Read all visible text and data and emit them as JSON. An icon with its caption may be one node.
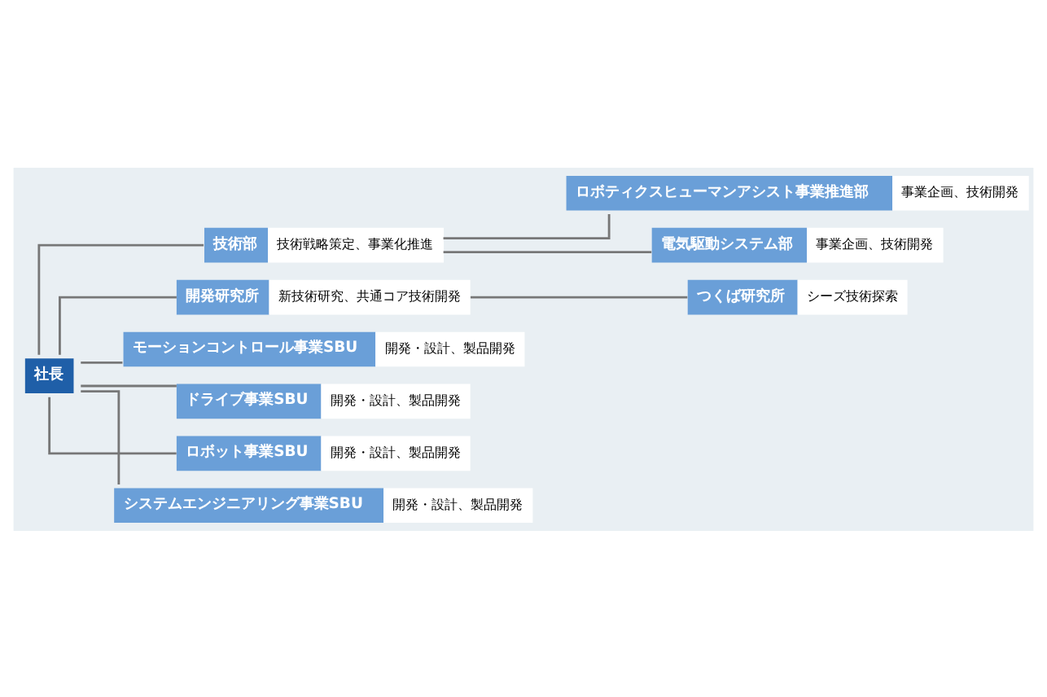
{
  "diagram": {
    "nodes": [
      {
        "text": [
          "社長"
        ]
      },
      {
        "text": [
          "技術部",
          "技術戦略策定、事業化推進"
        ]
      },
      {
        "text": [
          "ロボティクスヒューマンアシスト事業推進部",
          "事業企画、技術開発"
        ]
      },
      {
        "text": [
          "電気駆動システム部",
          "事業企画、技術開発"
        ]
      },
      {
        "text": [
          "開発研究所",
          "新技術研究、共通コア技術開発"
        ]
      },
      {
        "text": [
          "つくば研究所",
          "シーズ技術探索"
        ]
      },
      {
        "text": [
          "モーションコントロール事業SBU",
          "開発・設計、製品開発"
        ]
      },
      {
        "text": [
          "ドライブ事業SBU",
          "開発・設計、製品開発"
        ]
      },
      {
        "text": [
          "ロボット事業SBU",
          "開発・設計、製品開発"
        ]
      },
      {
        "text": [
          "システムエンジニアリング事業SBU",
          "開発・設計、製品開発"
        ]
      }
    ],
    "edges": [
      {
        "from": 0,
        "to": 1,
        "arrow": "none"
      },
      {
        "from": 1,
        "to": 2,
        "arrow": "none"
      },
      {
        "from": 1,
        "to": 3,
        "arrow": "none"
      },
      {
        "from": 0,
        "to": 4,
        "arrow": "none"
      },
      {
        "from": 4,
        "to": 5,
        "arrow": "none"
      },
      {
        "from": 0,
        "to": 6,
        "arrow": "none"
      },
      {
        "from": 0,
        "to": 7,
        "arrow": "none"
      },
      {
        "from": 0,
        "to": 8,
        "arrow": "none"
      },
      {
        "from": 0,
        "to": 9,
        "arrow": "none"
      }
    ]
  }
}
